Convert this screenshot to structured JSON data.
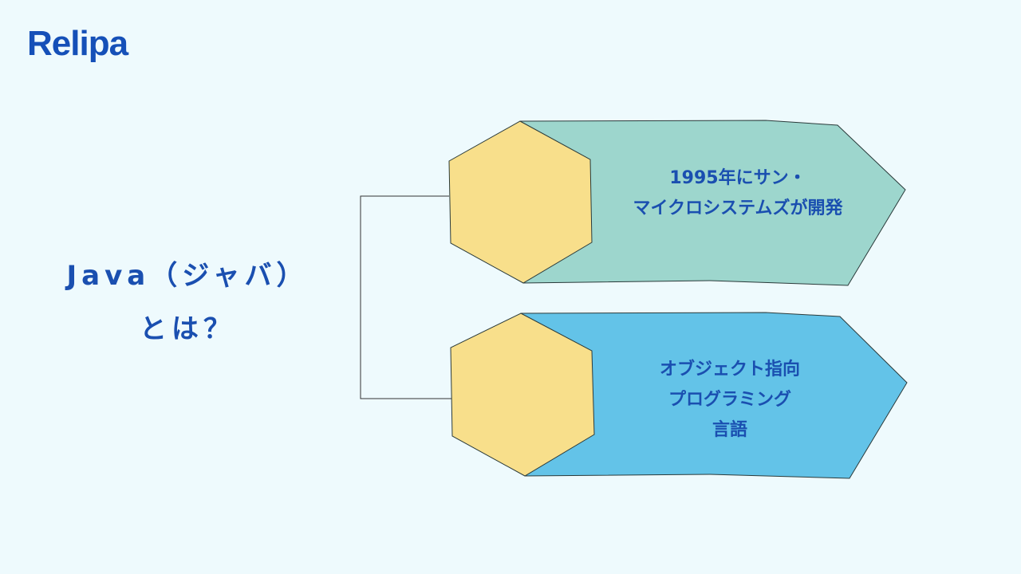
{
  "logo": {
    "text": "Relipa"
  },
  "title": {
    "line1": "Java（ジャバ）",
    "line2": "とは？"
  },
  "items": [
    {
      "lines": [
        "1995年にサン・",
        "マイクロシステムズが開発"
      ],
      "color": "#9dd6cd"
    },
    {
      "lines": [
        "オブジェクト指向",
        "プログラミング",
        "言語"
      ],
      "color": "#63c3e8"
    }
  ],
  "colors": {
    "hexagon": "#f8df8b",
    "text": "#1a4fb0",
    "background": "#eefafd"
  }
}
